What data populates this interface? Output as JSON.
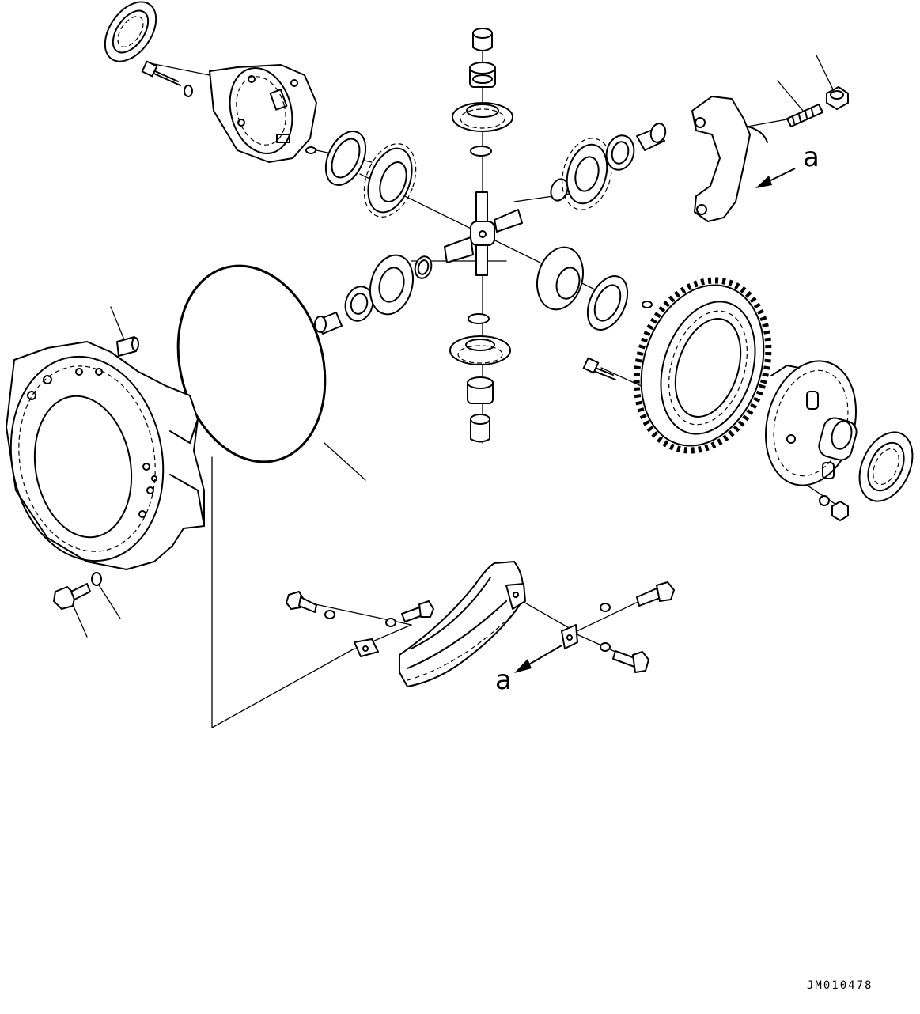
{
  "diagram": {
    "callouts": {
      "arrow_upper": "a",
      "arrow_lower": "a"
    },
    "drawing_code": "JM010478"
  },
  "colors": {
    "ink": "#000000",
    "paper": "#ffffff"
  }
}
